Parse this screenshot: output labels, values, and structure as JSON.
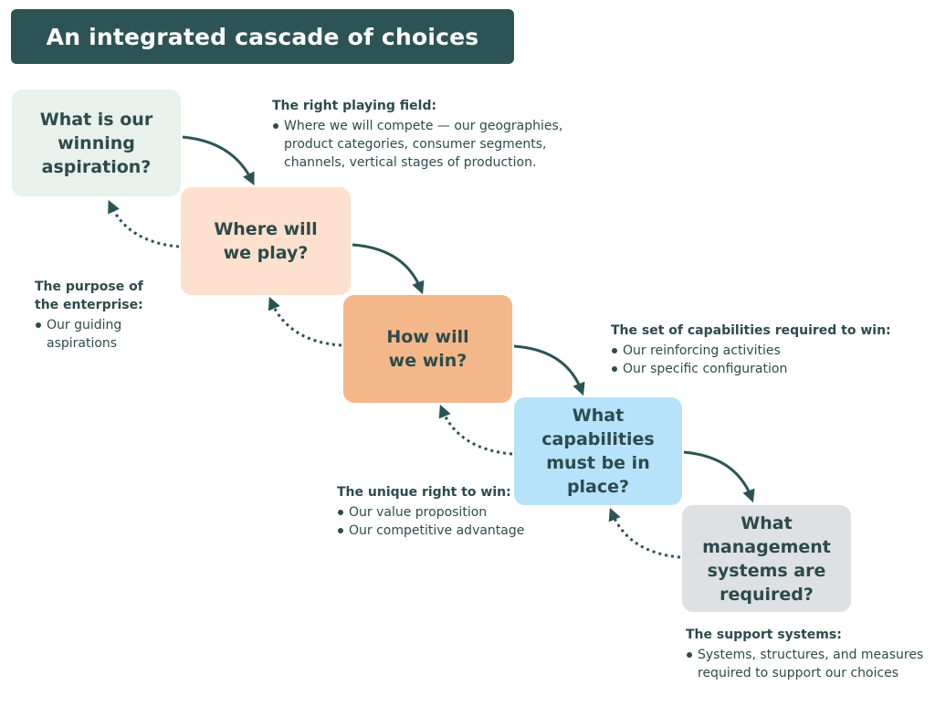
{
  "title": "An integrated cascade of choices",
  "boxes": [
    {
      "label": "What is our\nwinning\naspiration?",
      "color": "#e8f1ec"
    },
    {
      "label": "Where will\nwe play?",
      "color": "#fde0cd"
    },
    {
      "label": "How will\nwe win?",
      "color": "#f3b78a"
    },
    {
      "label": "What\ncapabilities\nmust be in\nplace?",
      "color": "#b6e2fa"
    },
    {
      "label": "What\nmanagement\nsystems are\nrequired?",
      "color": "#dde1e3"
    }
  ],
  "notes": [
    {
      "heading": "The right playing field:",
      "items": [
        "Where we will compete — our geographies,\nproduct categories, consumer segments,\nchannels, vertical stages of production."
      ]
    },
    {
      "heading": "The purpose of\nthe enterprise:",
      "items": [
        "Our guiding\naspirations"
      ]
    },
    {
      "heading": "The set of capabilities required to win:",
      "items": [
        "Our reinforcing activities",
        "Our specific configuration"
      ]
    },
    {
      "heading": "The unique right to win:",
      "items": [
        "Our value proposition",
        "Our competitive advantage"
      ]
    },
    {
      "heading": "The support systems:",
      "items": [
        "Systems, structures, and measures\nrequired to support our choices"
      ]
    }
  ],
  "colors": {
    "title_background": "#2d5454",
    "text": "#2e4a4b",
    "arrow": "#2d5454"
  },
  "icons": {
    "forward": "solid-curved-arrow-icon",
    "backward": "dotted-curved-arrow-icon"
  }
}
